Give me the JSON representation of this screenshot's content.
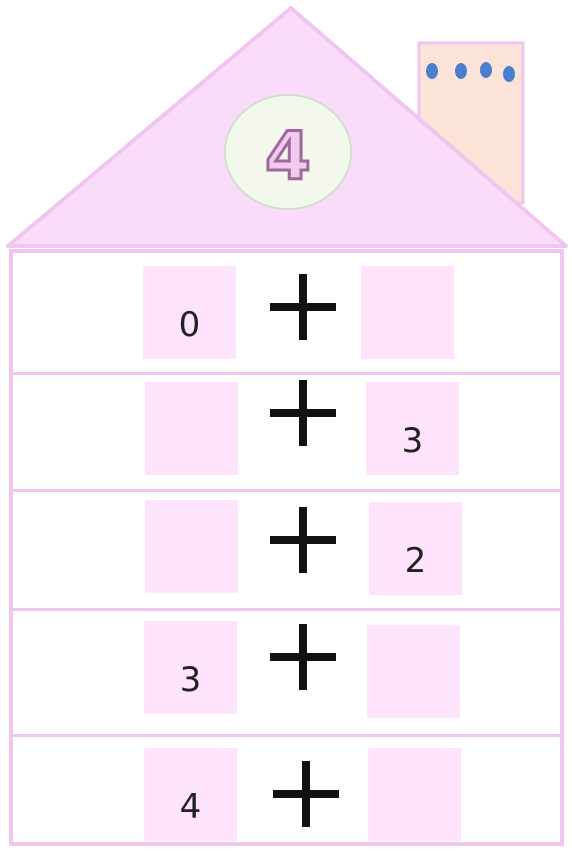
{
  "house_number": "4",
  "colors": {
    "roof": "#fadcfa",
    "outline": "#f0c6f0",
    "cell": "#fde3fc",
    "chimney": "#fbe3d8",
    "smoke": "#4a7fcf",
    "number_fill": "#f2c9ef",
    "number_stroke": "#9b6a9b"
  },
  "operator": "+",
  "rows": [
    {
      "left": "0",
      "right": ""
    },
    {
      "left": "",
      "right": "3"
    },
    {
      "left": "",
      "right": "2"
    },
    {
      "left": "3",
      "right": ""
    },
    {
      "left": "4",
      "right": ""
    }
  ]
}
